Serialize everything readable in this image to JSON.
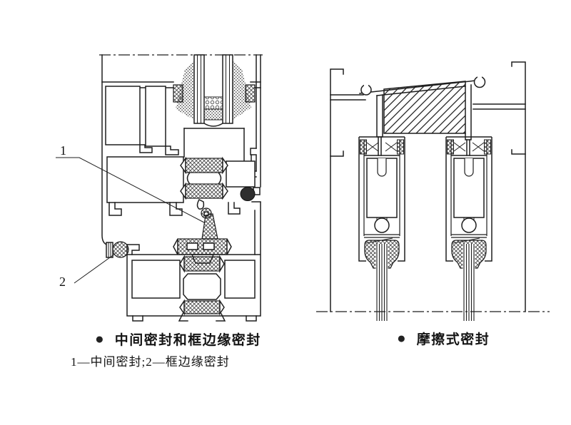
{
  "page": {
    "background": "#ffffff",
    "line_color": "#1f1f1f"
  },
  "left_figure": {
    "label_1": "1",
    "label_2": "2",
    "bullet_icon": "●",
    "caption": "中间密封和框边缘密封",
    "legend": "1—中间密封;2—框边缘密封"
  },
  "right_figure": {
    "bullet_icon": "●",
    "caption": "摩擦式密封"
  }
}
